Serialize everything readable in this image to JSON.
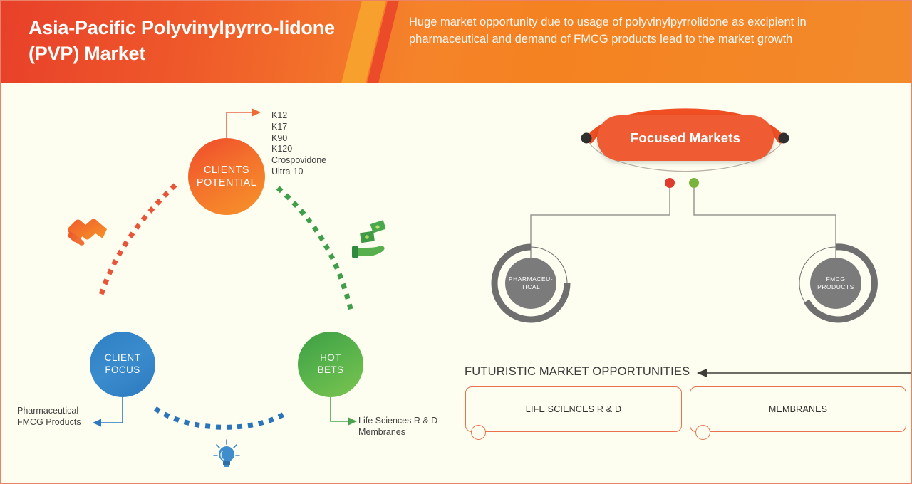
{
  "header": {
    "title": "Asia-Pacific Polyvinylpyrro-lidone (PVP) Market",
    "subtitle": "Huge market opportunity due to usage of polyvinylpyrrolidone as excipient in pharmaceutical and demand of FMCG products lead to the market growth",
    "accent_red": "#e8402a",
    "accent_orange": "#f58220",
    "stripe_color": "#f7a02e"
  },
  "left_diagram": {
    "bubbles": [
      {
        "id": "clients-potential",
        "line1": "CLIENTS",
        "line2": "POTENTIAL",
        "color": "#f4732c"
      },
      {
        "id": "client-focus",
        "line1": "CLIENT",
        "line2": "FOCUS",
        "color": "#3a8ccd"
      },
      {
        "id": "hot-bets",
        "line1": "HOT",
        "line2": "BETS",
        "color": "#58b34b"
      }
    ],
    "clients_potential_items": [
      "K12",
      "K17",
      "K90",
      "K120",
      "Crospovidone",
      "Ultra-10"
    ],
    "client_focus_callout": [
      "Pharmaceutical",
      "FMCG Products"
    ],
    "hot_bets_callout": [
      "Life Sciences R & D",
      "Membranes"
    ],
    "icons": {
      "handshake": "handshake-icon",
      "money_hand": "money-hand-icon",
      "lightbulb": "lightbulb-icon"
    },
    "arc_colors": {
      "orange": "#e8563a",
      "green": "#3f9e4a",
      "blue": "#2a74ba"
    }
  },
  "right_diagram": {
    "focused_markets_label": "Focused Markets",
    "pill_color": "#ef5c33",
    "connector_dots": [
      {
        "name": "red-dot",
        "color": "#e03b2f"
      },
      {
        "name": "green-dot",
        "color": "#7ab33c"
      }
    ],
    "nodes": [
      {
        "id": "pharmaceutical-node",
        "line1": "PHARMACEU-",
        "line2": "TICAL",
        "color": "#7b7b7b"
      },
      {
        "id": "fmcg-node",
        "line1": "FMCG",
        "line2": "PRODUCTS",
        "color": "#7b7b7b"
      }
    ]
  },
  "futuristic": {
    "heading": "FUTURISTIC MARKET OPPORTUNITIES",
    "cards": [
      {
        "label": "LIFE SCIENCES R & D"
      },
      {
        "label": "MEMBRANES"
      }
    ],
    "card_border_color": "#e8734f"
  }
}
